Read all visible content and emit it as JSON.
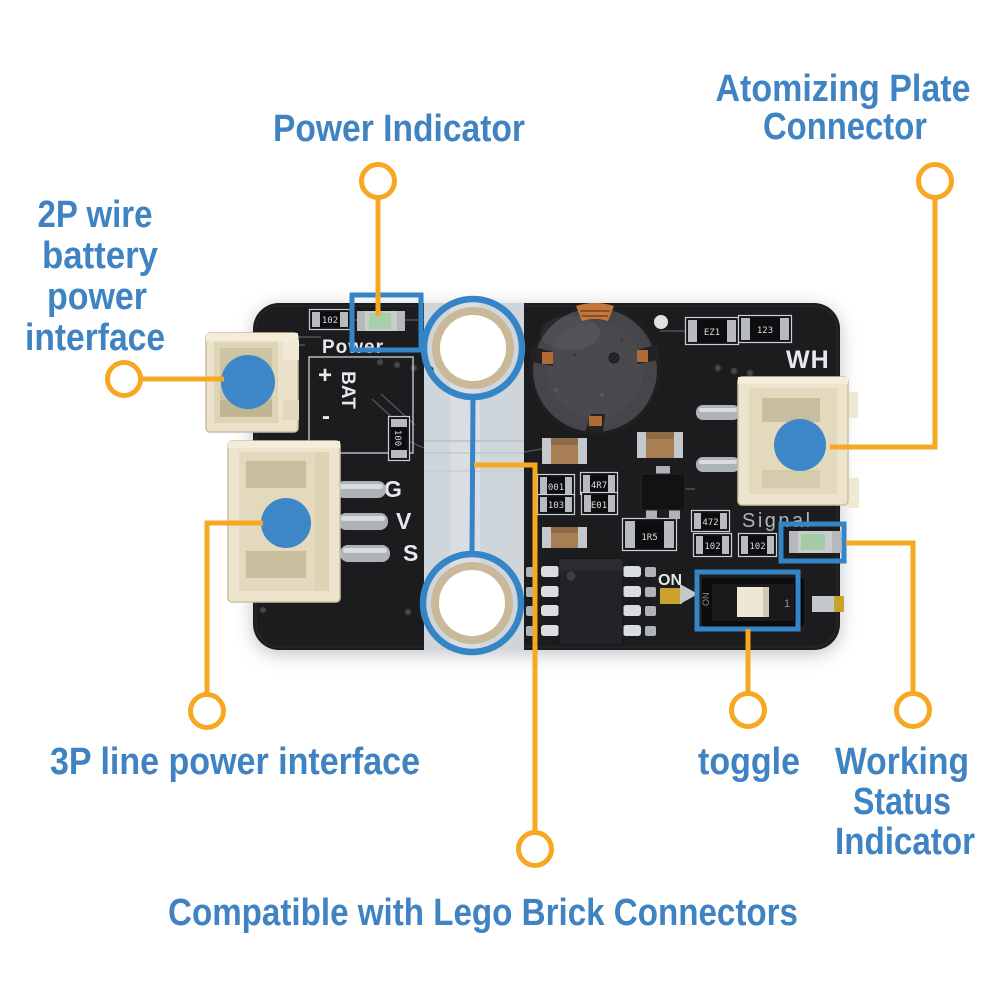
{
  "colors": {
    "label_blue": "#4083C3",
    "annotation_blue": "#3584C6",
    "dot_blue": "#3D87C9",
    "callout_orange": "#F7A823",
    "board_black": "#1C1C1E",
    "stripe_gray": "#CFD6DB"
  },
  "labels": {
    "power_indicator": "Power Indicator",
    "atomizing_plate": {
      "line1": "Atomizing Plate",
      "line2": "Connector"
    },
    "battery_2p": {
      "line1": "2P wire",
      "line2": "battery",
      "line3": "power",
      "line4": "interface"
    },
    "power_3p": "3P line power interface",
    "toggle": "toggle",
    "working_status": {
      "line1": "Working",
      "line2": "Status",
      "line3": "Indicator"
    },
    "lego": "Compatible with Lego Brick Connectors"
  },
  "silkscreen": {
    "power": "Power",
    "plus": "+",
    "bat": "BAT",
    "minus": "-",
    "g": "G",
    "v": "V",
    "s": "S",
    "wh": "WH",
    "signal": "Signal",
    "on": "ON",
    "r102_top": "102",
    "r100": "100",
    "r001": "001",
    "r4r7": "4R7",
    "r103": "103",
    "re01": "E01",
    "r1r5": "1R5",
    "r472": "472",
    "r102_a": "102",
    "r102_b": "102",
    "rez1": "EZ1",
    "r123": "123"
  }
}
